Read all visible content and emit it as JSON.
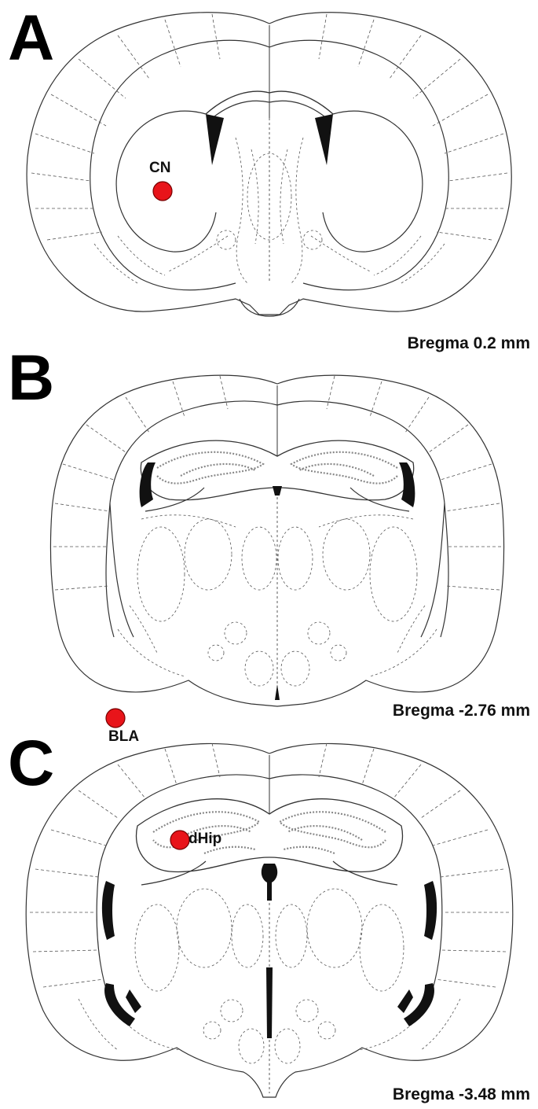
{
  "panels": [
    {
      "letter": "A",
      "bregma": "Bregma 0.2 mm",
      "site": {
        "label": "CN",
        "color": "#e8141a"
      }
    },
    {
      "letter": "B",
      "bregma": "Bregma -2.76 mm",
      "site": {
        "label": "BLA",
        "color": "#e8141a"
      }
    },
    {
      "letter": "C",
      "bregma": "Bregma -3.48 mm",
      "site": {
        "label": "dHip",
        "color": "#e8141a"
      }
    }
  ]
}
